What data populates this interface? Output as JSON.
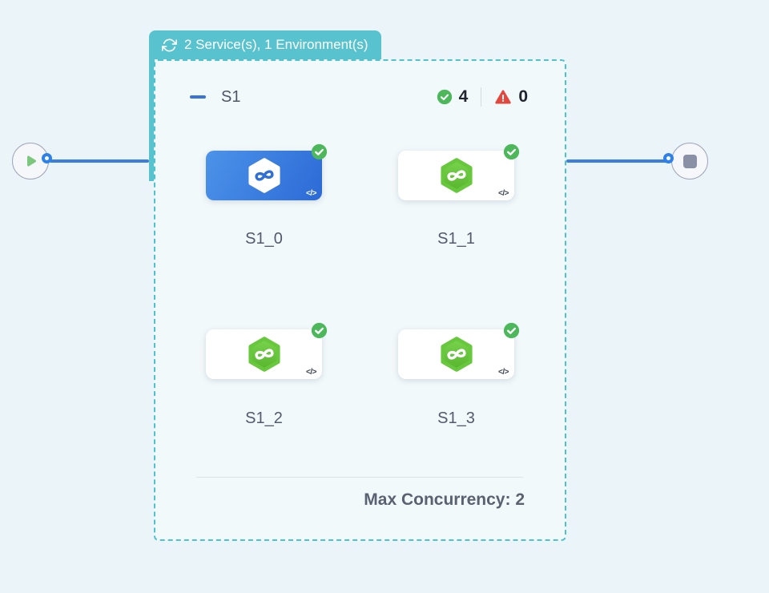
{
  "stage_group": {
    "badge": {
      "icon": "loop-icon",
      "label": "2 Service(s), 1 Environment(s)"
    },
    "header": {
      "collapse_icon": "minus-icon",
      "title": "S1",
      "success": {
        "icon": "check-circle-icon",
        "count": "4"
      },
      "failure": {
        "icon": "warning-triangle-icon",
        "count": "0"
      }
    },
    "services": [
      {
        "name": "S1_0",
        "selected": true,
        "status": "success"
      },
      {
        "name": "S1_1",
        "selected": false,
        "status": "success"
      },
      {
        "name": "S1_2",
        "selected": false,
        "status": "success"
      },
      {
        "name": "S1_3",
        "selected": false,
        "status": "success"
      }
    ],
    "footer": {
      "max_concurrency": "Max Concurrency: 2"
    }
  },
  "pipeline": {
    "start_node": {
      "icon": "play-icon"
    },
    "end_node": {
      "icon": "stop-icon"
    }
  },
  "glyphs": {
    "code": "</>"
  },
  "colors": {
    "accent_teal": "#58C3CE",
    "edge_blue": "#3C7EDE",
    "selected_card_blue": "#2C6AD6",
    "success_green": "#4DB85B",
    "service_hex_green": "#67C83D",
    "error_red": "#E2483E",
    "page_bg": "#EBF5F9"
  }
}
